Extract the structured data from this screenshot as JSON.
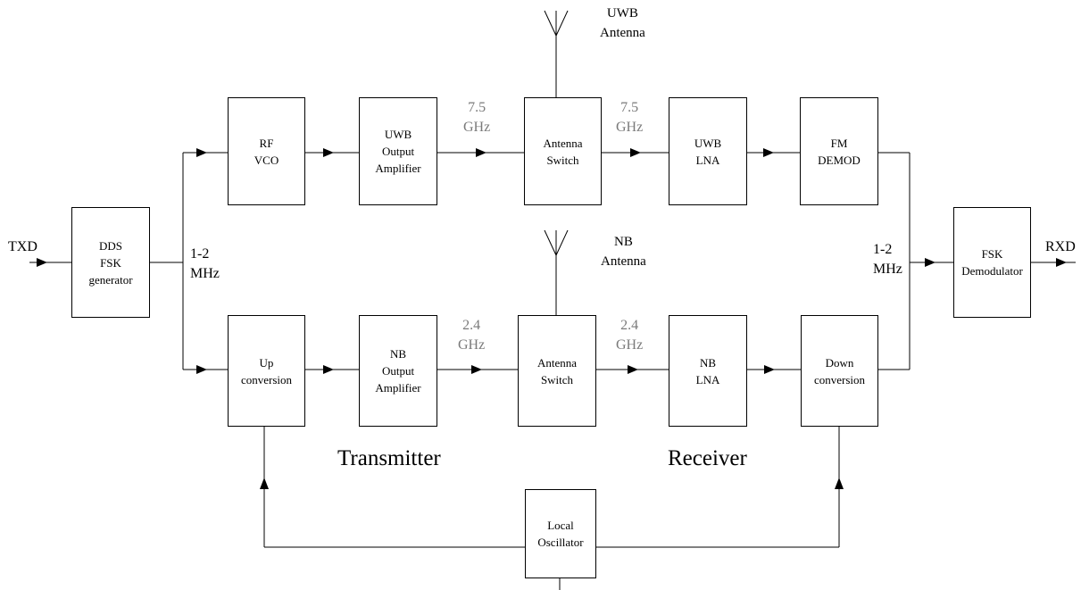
{
  "blocks": {
    "dds": [
      "DDS",
      "FSK",
      "generator"
    ],
    "rf_vco": [
      "RF",
      "VCO"
    ],
    "uwb_amp": [
      "UWB",
      "Output",
      "Amplifier"
    ],
    "uwb_switch": [
      "Antenna",
      "Switch"
    ],
    "uwb_lna": [
      "UWB",
      "LNA"
    ],
    "fm_demod": [
      "FM",
      "DEMOD"
    ],
    "up_conv": [
      "Up",
      "conversion"
    ],
    "nb_amp": [
      "NB",
      "Output",
      "Amplifier"
    ],
    "nb_switch": [
      "Antenna",
      "Switch"
    ],
    "nb_lna": [
      "NB",
      "LNA"
    ],
    "down_conv": [
      "Down",
      "conversion"
    ],
    "fsk_demod": [
      "FSK",
      "Demodulator"
    ],
    "local_osc": [
      "Local",
      "Oscillator"
    ]
  },
  "signals": {
    "txd": "TXD",
    "rxd": "RXD",
    "if_tx": [
      "1-2",
      "MHz"
    ],
    "if_rx": [
      "1-2",
      "MHz"
    ]
  },
  "frequencies": {
    "uwb_tx": [
      "7.5",
      "GHz"
    ],
    "uwb_rx": [
      "7.5",
      "GHz"
    ],
    "nb_tx": [
      "2.4",
      "GHz"
    ],
    "nb_rx": [
      "2.4",
      "GHz"
    ]
  },
  "antennas": {
    "uwb": [
      "UWB",
      "Antenna"
    ],
    "nb": [
      "NB",
      "Antenna"
    ]
  },
  "sections": {
    "transmitter": "Transmitter",
    "receiver": "Receiver"
  },
  "colors": {
    "line": "#000000",
    "frequency_text": "#7a7a7a"
  }
}
